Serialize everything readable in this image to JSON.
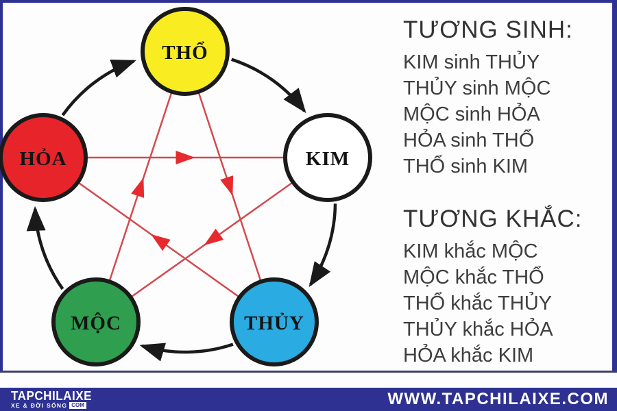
{
  "frame": {
    "border_color": "#2e3192"
  },
  "diagram": {
    "nodes": [
      {
        "id": "tho",
        "label": "THỔ",
        "color": "#f9ed21"
      },
      {
        "id": "kim",
        "label": "KIM",
        "color": "#ffffff"
      },
      {
        "id": "thuy",
        "label": "THỦY",
        "color": "#2aabe2"
      },
      {
        "id": "moc",
        "label": "MỘC",
        "color": "#2f9e4f"
      },
      {
        "id": "hoa",
        "label": "HỎA",
        "color": "#e8242b"
      }
    ],
    "sinh_cycle": [
      "THỔ→KIM",
      "KIM→THỦY",
      "THỦY→MỘC",
      "MỘC→HỎA",
      "HỎA→THỔ"
    ],
    "khac_cycle": [
      "HỎA→KIM",
      "KIM→MỘC",
      "MỘC→THỔ",
      "THỔ→THỦY",
      "THỦY→HỎA"
    ],
    "sinh_arrow_color": "#1a1a1a",
    "khac_line_color": "#d4494e",
    "khac_arrow_color": "#e62a2e"
  },
  "sinh_panel": {
    "title": "TƯƠNG SINH:",
    "lines": [
      "KIM sinh THỦY",
      "THỦY sinh MỘC",
      "MỘC sinh HỎA",
      "HỎA sinh THỔ",
      "THỔ sinh KIM"
    ]
  },
  "khac_panel": {
    "title": "TƯƠNG KHẮC:",
    "lines": [
      "KIM khắc MỘC",
      "MỘC khắc THỔ",
      "THỔ khắc THỦY",
      "THỦY khắc HỎA",
      "HỎA khắc KIM"
    ]
  },
  "footer": {
    "bar_color": "#2e3192",
    "logo_main": "TAPCHILAIXE",
    "logo_sub": "XE & ĐỜI SỐNG",
    "logo_badge": "COM",
    "website": "WWW.TAPCHILAIXE.COM"
  }
}
